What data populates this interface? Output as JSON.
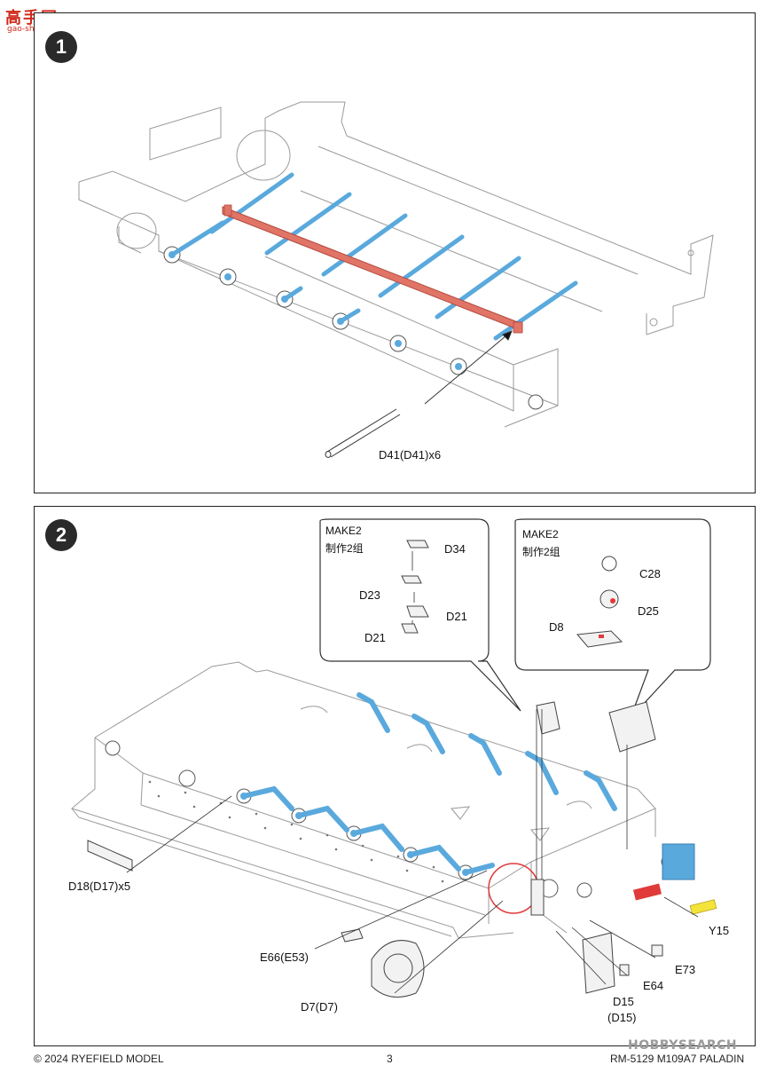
{
  "logo": {
    "main": "高手网",
    "sub": "gao-shou.com"
  },
  "steps": [
    {
      "number": "1",
      "labels": {
        "rod": "D41(D41)x6"
      }
    },
    {
      "number": "2",
      "callout_left": {
        "title": "MAKE2",
        "subtitle": "制作2组",
        "parts": [
          "D34",
          "D23",
          "D21",
          "D21"
        ]
      },
      "callout_right": {
        "title": "MAKE2",
        "subtitle": "制作2组",
        "parts": [
          "C28",
          "D25",
          "D8"
        ]
      },
      "labels": [
        "D18(D17)x5",
        "E66(E53)",
        "D7(D7)",
        "D15",
        "(D15)",
        "E64",
        "E73",
        "Y15"
      ]
    }
  ],
  "footer": {
    "copyright": "© 2024 RYEFIELD MODEL",
    "page": "3",
    "kit": "RM-5129 M109A7 PALADIN"
  },
  "watermark": "HOBBYSEARCH",
  "colors": {
    "blue_part": "#5aa9dd",
    "red_part": "#e07466",
    "yellow_part": "#f3e33a",
    "red_decal": "#e03a3a"
  }
}
